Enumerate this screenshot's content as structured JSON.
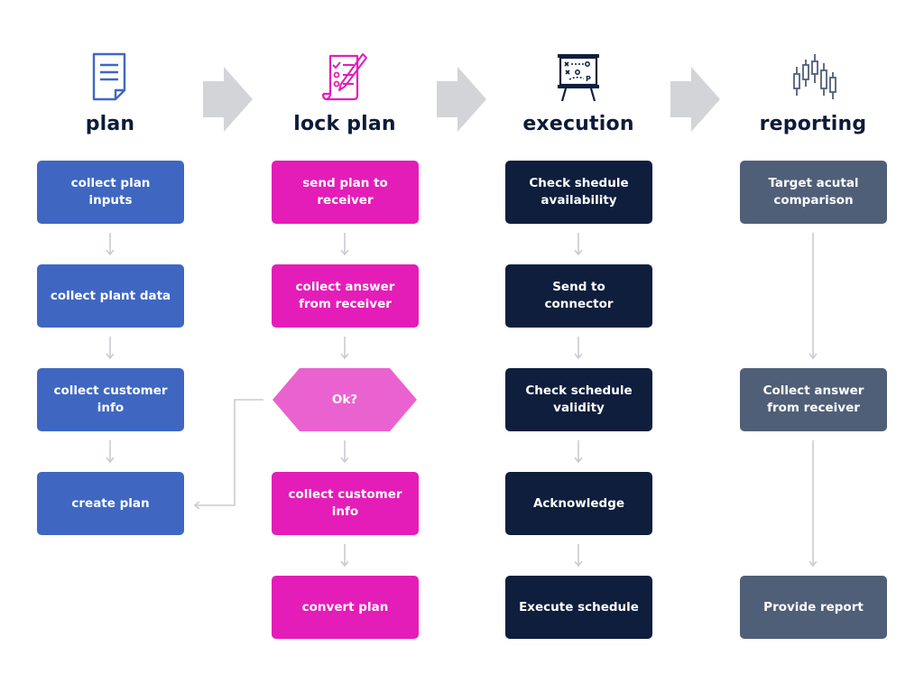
{
  "colors": {
    "plan": "#3f67c2",
    "lock_plan": "#e41db8",
    "decision": "#ea62cf",
    "execution": "#0f1e3d",
    "reporting": "#505f78",
    "connector": "#c8cbd1",
    "phase_arrow": "#d2d4d8",
    "title": "#0d1b3a"
  },
  "phases": [
    {
      "id": "plan",
      "title": "plan",
      "icon": "document-icon"
    },
    {
      "id": "lock_plan",
      "title": "lock plan",
      "icon": "checklist-icon"
    },
    {
      "id": "execution",
      "title": "execution",
      "icon": "whiteboard-icon"
    },
    {
      "id": "reporting",
      "title": "reporting",
      "icon": "candlestick-chart-icon"
    }
  ],
  "plan": {
    "steps": [
      "collect plan inputs",
      "collect plant data",
      "collect customer info",
      "create plan"
    ]
  },
  "lock_plan": {
    "steps": [
      "send plan to receiver",
      "collect answer from receiver"
    ],
    "decision": "Ok?",
    "steps_after": [
      "collect customer info",
      "convert plan"
    ]
  },
  "execution": {
    "steps": [
      "Check shedule availability",
      "Send to connector",
      "Check schedule validity",
      "Acknowledge",
      "Execute schedule"
    ]
  },
  "reporting": {
    "steps": [
      "Target acutal comparison",
      "Collect answer from receiver",
      "Provide report"
    ]
  }
}
